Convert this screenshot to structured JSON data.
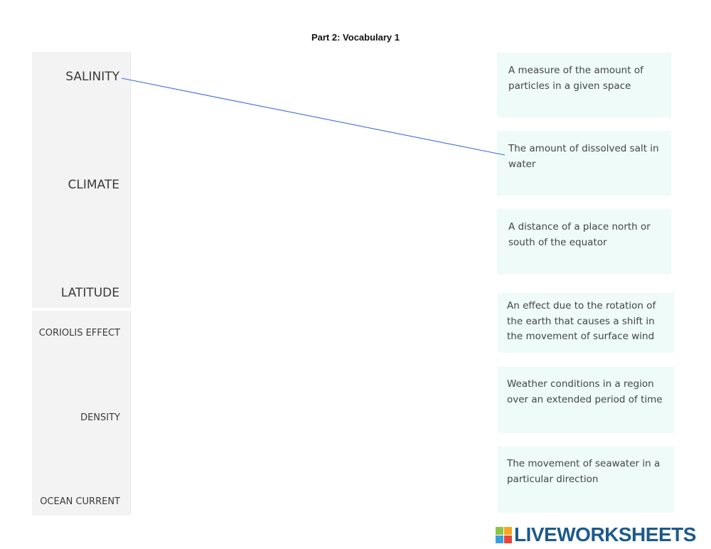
{
  "page": {
    "title": "Part 2: Vocabulary 1"
  },
  "terms": [
    "SALINITY",
    "CLIMATE",
    "LATITUDE",
    "CORIOLIS EFFECT",
    "DENSITY",
    "OCEAN CURRENT"
  ],
  "definitions": [
    "A measure of the amount of particles in a given space",
    "The amount of dissolved salt in water",
    "A distance of a place north or south of the equator",
    "An effect due to the rotation of the earth that causes a shift in the movement of surface wind",
    "Weather conditions in a region over an extended period of time",
    "The movement of seawater in a particular direction"
  ],
  "connections": [
    {
      "term": "SALINITY",
      "definition": "The amount of dissolved salt in water"
    }
  ],
  "colors": {
    "connector_line": "#3d6fd6",
    "definition_bg": "#eefbf8",
    "term_panel_bg": "#f3f3f4",
    "logo_text": "#1c5a8c"
  },
  "logo": {
    "text": "LIVEWORKSHEETS",
    "icon": "liveworksheets-logo-icon"
  }
}
